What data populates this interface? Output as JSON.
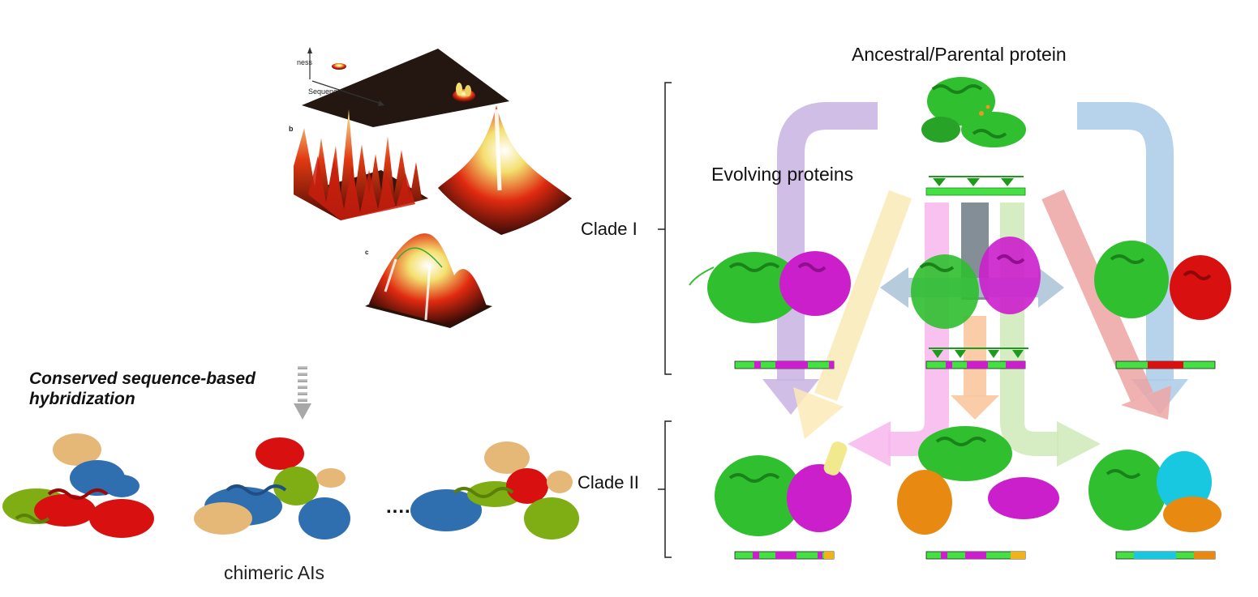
{
  "labels": {
    "title": "Ancestral/Parental protein",
    "evolving": "Evolving proteins",
    "clade1": "Clade I",
    "clade2": "Clade II",
    "conserved_line1": "Conserved sequence-based",
    "conserved_line2": "hybridization",
    "chimeric": "chimeric AIs",
    "ellipsis": "....",
    "panel_b": "b",
    "panel_c": "c",
    "axis_sequence": "Sequence",
    "axis_fitness": "ness"
  },
  "colors": {
    "green": "#2fbf2f",
    "magenta": "#cc1fcc",
    "red": "#d81010",
    "orange": "#e88a12",
    "cyan": "#18c8e0",
    "tan": "#e6b878",
    "blue": "#2f6fb0",
    "olive": "#7fae14",
    "arrow_purple": "#c9b3e2",
    "arrow_yellow": "#fbeab8",
    "arrow_pink": "#f7b6ec",
    "arrow_gray": "#6f7a84",
    "arrow_green": "#cfe9b8",
    "arrow_orange": "#f9c79e",
    "arrow_red": "#eea4a4",
    "arrow_blue": "#a9cbe8",
    "arrow_steel": "#a9c3d6"
  }
}
